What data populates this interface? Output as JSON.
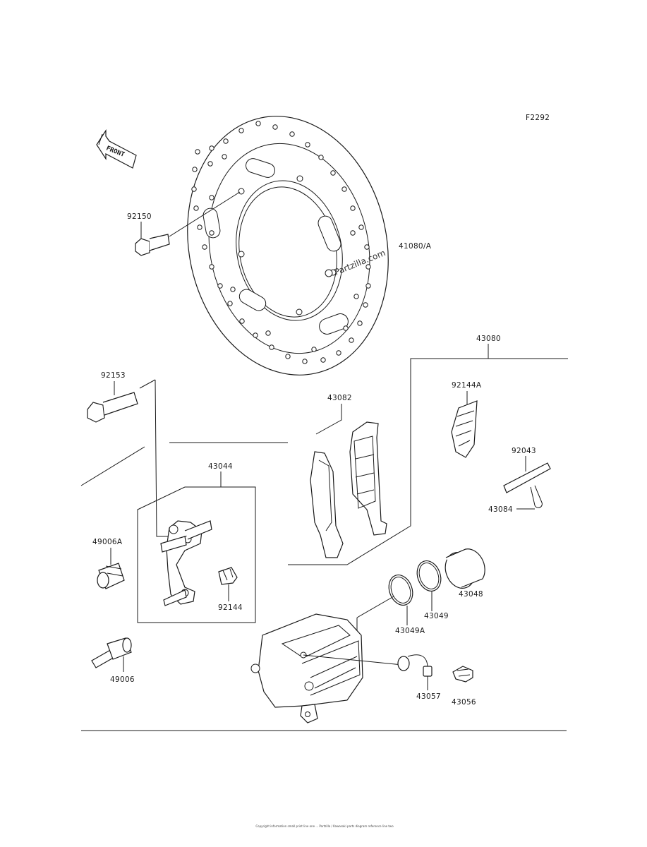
{
  "diagram": {
    "figure_code": "F2292",
    "front_label": "FRONT",
    "watermark": "Partzilla.com",
    "callouts": {
      "disc_bolt": "92150",
      "disc": "41080/A",
      "caliper_assy": "43080",
      "bracket_bolt": "92153",
      "spring_clip": "92144A",
      "pad_set": "43082",
      "pin": "92043",
      "pin_clip": "43084",
      "bracket_assy": "43044",
      "boot_a": "49006A",
      "bracket_spring": "92144",
      "piston": "43048",
      "seal": "43049",
      "seal_a": "43049A",
      "slide_pin": "49006",
      "bleeder_cap": "43057",
      "bleeder_valve": "43056"
    },
    "footer": "Copyright information small print line one ... Partzilla / Kawasaki parts diagram reference line two"
  }
}
